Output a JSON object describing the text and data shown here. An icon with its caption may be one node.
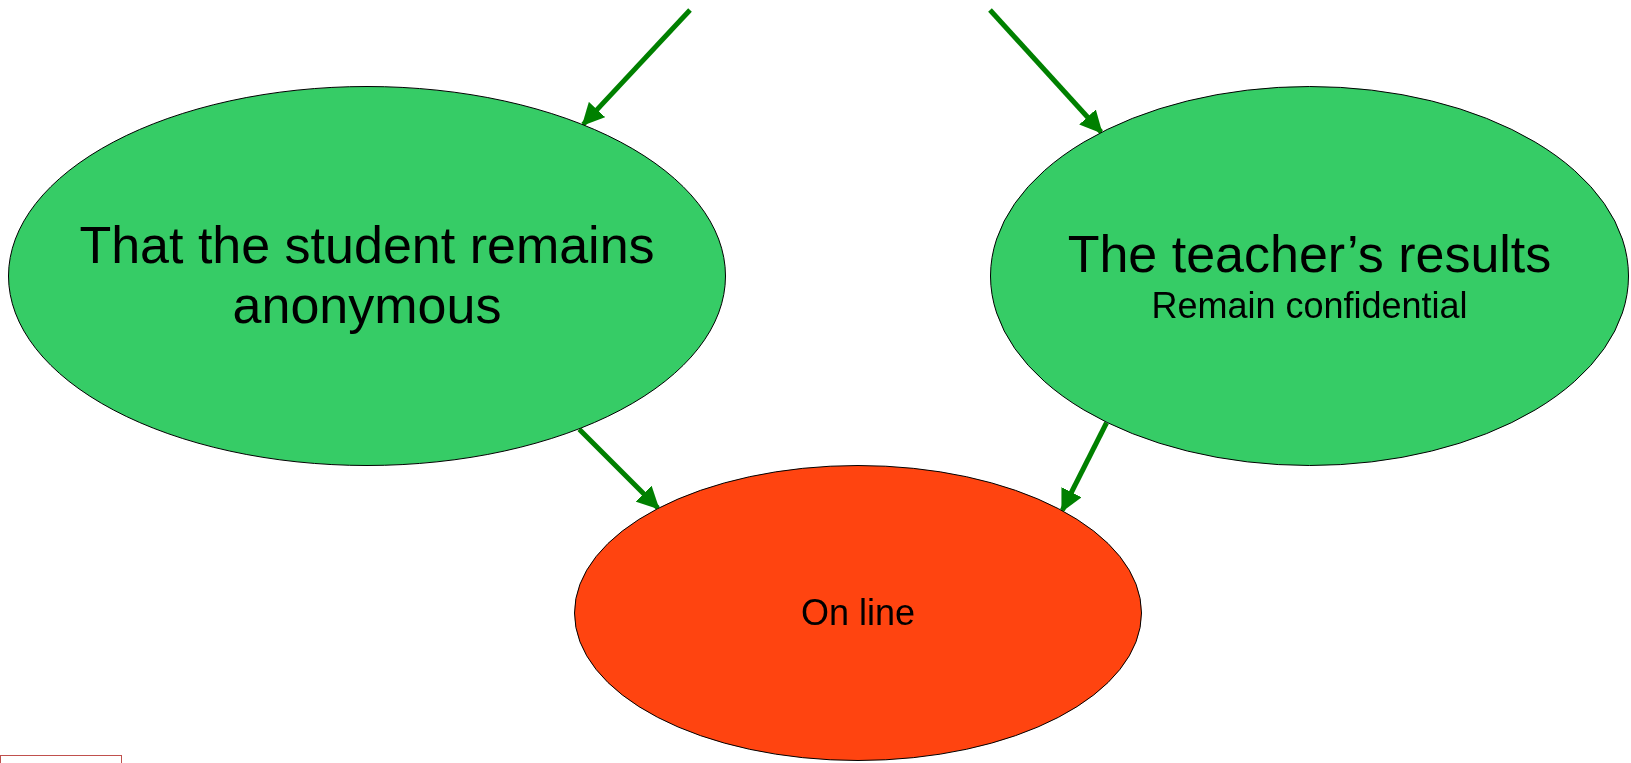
{
  "diagram": {
    "nodes": [
      {
        "text": [
          "That the student remains anonymous"
        ]
      },
      {
        "text": [
          "The teacher’s results",
          "Remain confidential"
        ]
      },
      {
        "text": [
          "On line"
        ]
      }
    ],
    "edges": [
      {
        "from": null,
        "to": 0,
        "arrow": "to"
      },
      {
        "from": null,
        "to": 1,
        "arrow": "to"
      },
      {
        "from": 0,
        "to": 2,
        "arrow": "to"
      },
      {
        "from": 1,
        "to": 2,
        "arrow": "to"
      }
    ]
  }
}
